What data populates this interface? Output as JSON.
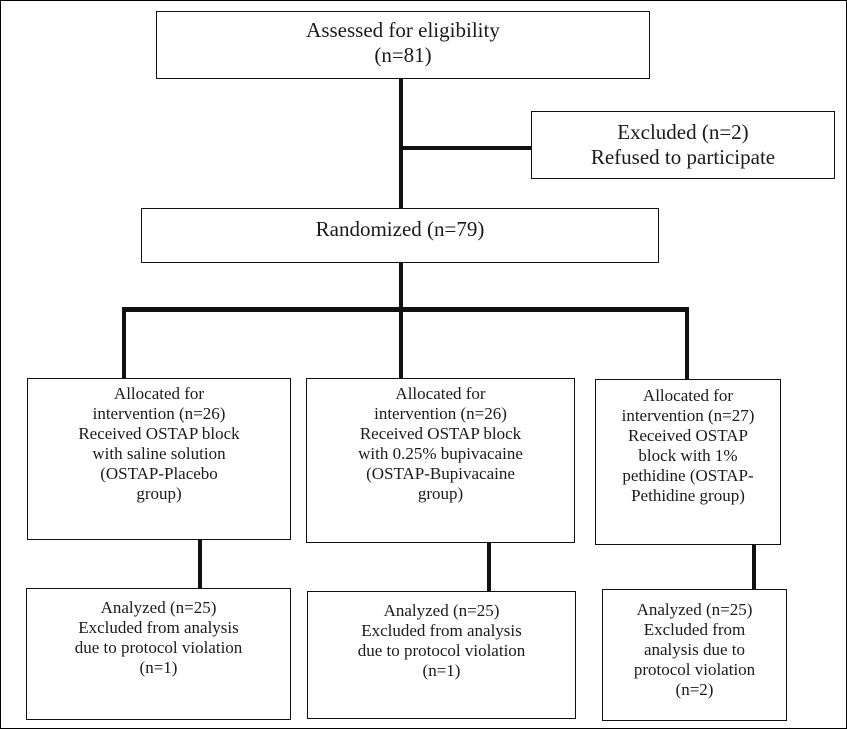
{
  "flowchart": {
    "assessed": {
      "lines": [
        "Assessed for eligibility",
        "(n=81)"
      ]
    },
    "excluded": {
      "lines": [
        "Excluded (n=2)",
        "Refused to participate"
      ]
    },
    "randomized": {
      "lines": [
        "Randomized (n=79)"
      ]
    },
    "allocation": [
      {
        "lines": [
          "Allocated for",
          "intervention (n=26)",
          "Received OSTAP block",
          "with saline solution",
          "(OSTAP-Placebo",
          "group)"
        ]
      },
      {
        "lines": [
          "Allocated for",
          "intervention (n=26)",
          "Received OSTAP block",
          "with 0.25% bupivacaine",
          "(OSTAP-Bupivacaine",
          "group)"
        ]
      },
      {
        "lines": [
          "Allocated for",
          "intervention (n=27)",
          "Received OSTAP",
          "block with 1%",
          "pethidine (OSTAP-",
          "Pethidine group)"
        ]
      }
    ],
    "analysis": [
      {
        "lines": [
          "Analyzed (n=25)",
          "Excluded from analysis",
          "due to protocol violation",
          "(n=1)"
        ]
      },
      {
        "lines": [
          "Analyzed (n=25)",
          "Excluded from analysis",
          "due to protocol violation",
          "(n=1)"
        ]
      },
      {
        "lines": [
          "Analyzed (n=25)",
          "Excluded from",
          "analysis due to",
          "protocol violation",
          "(n=2)"
        ]
      }
    ]
  }
}
